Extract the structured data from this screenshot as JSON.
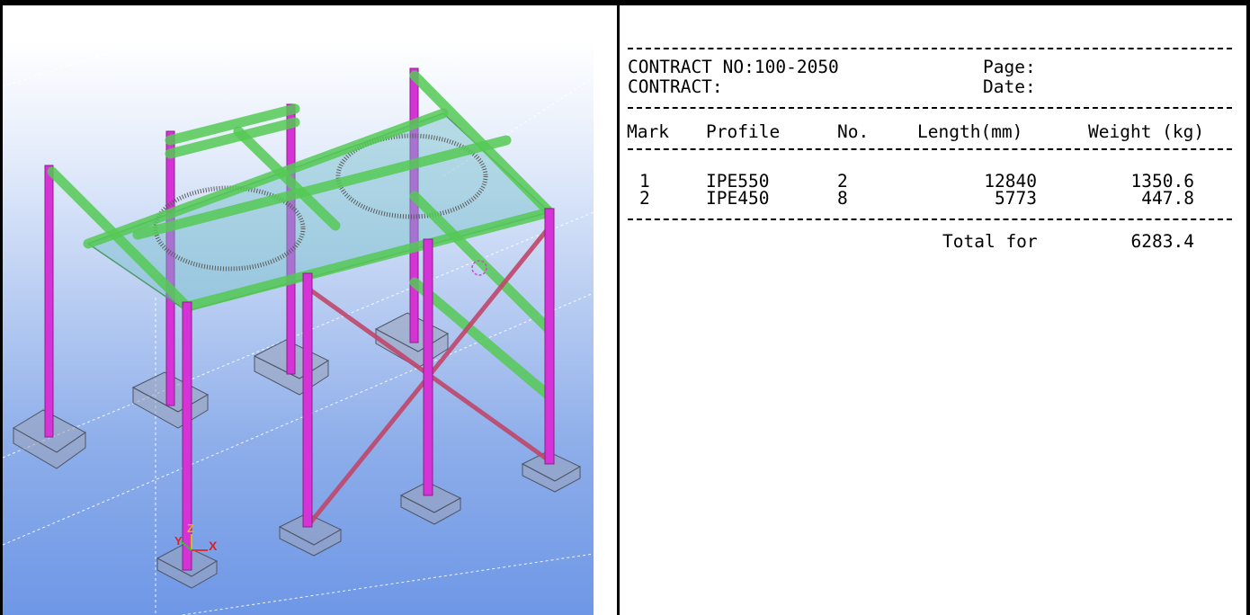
{
  "report": {
    "contract_no_label": "CONTRACT NO:100-2050",
    "contract_label": "CONTRACT:",
    "page_label": "Page:",
    "date_label": "Date:",
    "columns": [
      "Mark",
      "Profile",
      "No.",
      "Length(mm)",
      "Weight (kg)"
    ],
    "rows": [
      {
        "mark": "1",
        "profile": "IPE550",
        "no": "2",
        "length": "12840",
        "weight": "1350.6"
      },
      {
        "mark": "2",
        "profile": "IPE450",
        "no": "8",
        "length": "5773",
        "weight": "447.8"
      }
    ],
    "total_label": "Total for",
    "total_weight": "6283.4"
  },
  "viewport": {
    "axis_labels": {
      "x": "X",
      "y": "Y",
      "z": "Z"
    },
    "colors": {
      "column": "#d633d6",
      "beam": "#5fd45f",
      "brace": "#c0466a",
      "slab": "#70b8c8",
      "footing": "#8a8a9a"
    }
  }
}
